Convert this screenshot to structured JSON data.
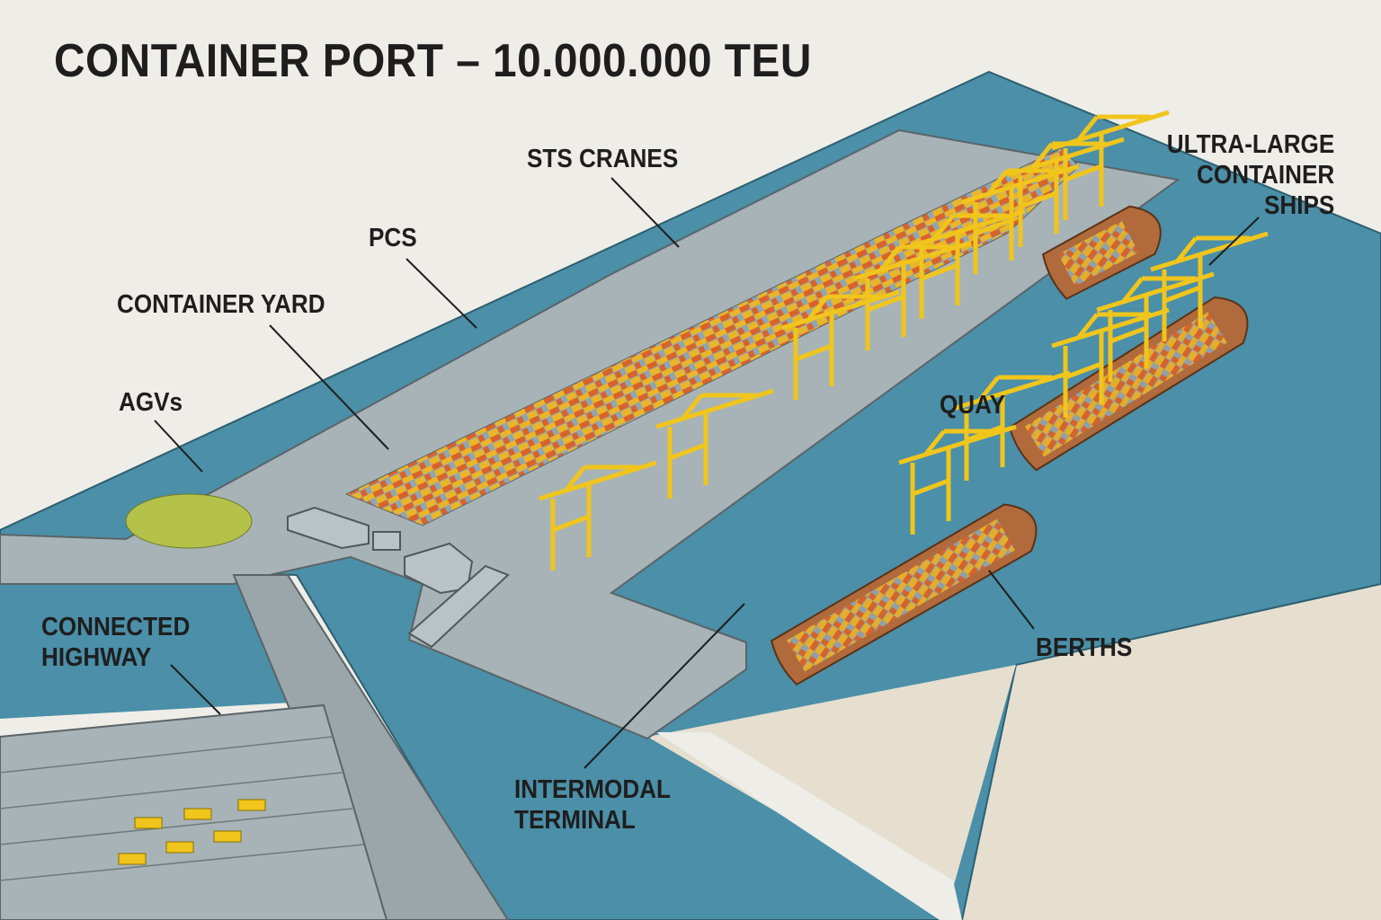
{
  "title": "CONTAINER PORT – 10.000.000 TEU",
  "labels": {
    "sts_cranes": "STS CRANES",
    "ultra_large_1": "ULTRA-LARGE",
    "ultra_large_2": "CONTAINER",
    "ultra_large_3": "SHIPS",
    "pcs": "PCS",
    "container_yard": "CONTAINER YARD",
    "agvs": "AGVs",
    "quay": "QUAY",
    "connected_highway_1": "CONNECTED",
    "connected_highway_2": "HIGHWAY",
    "berths": "BERTHS",
    "intermodal_1": "INTERMODAL",
    "intermodal_2": "TERMINAL"
  },
  "colors": {
    "background": "#eeede8",
    "water": "#4b8fa8",
    "land": "#a8b3b7",
    "crane": "#f0c51c",
    "ship": "#b06a3c",
    "container_orange": "#d9622b",
    "container_yellow": "#e9b52a",
    "container_blue": "#8ea6b4"
  }
}
